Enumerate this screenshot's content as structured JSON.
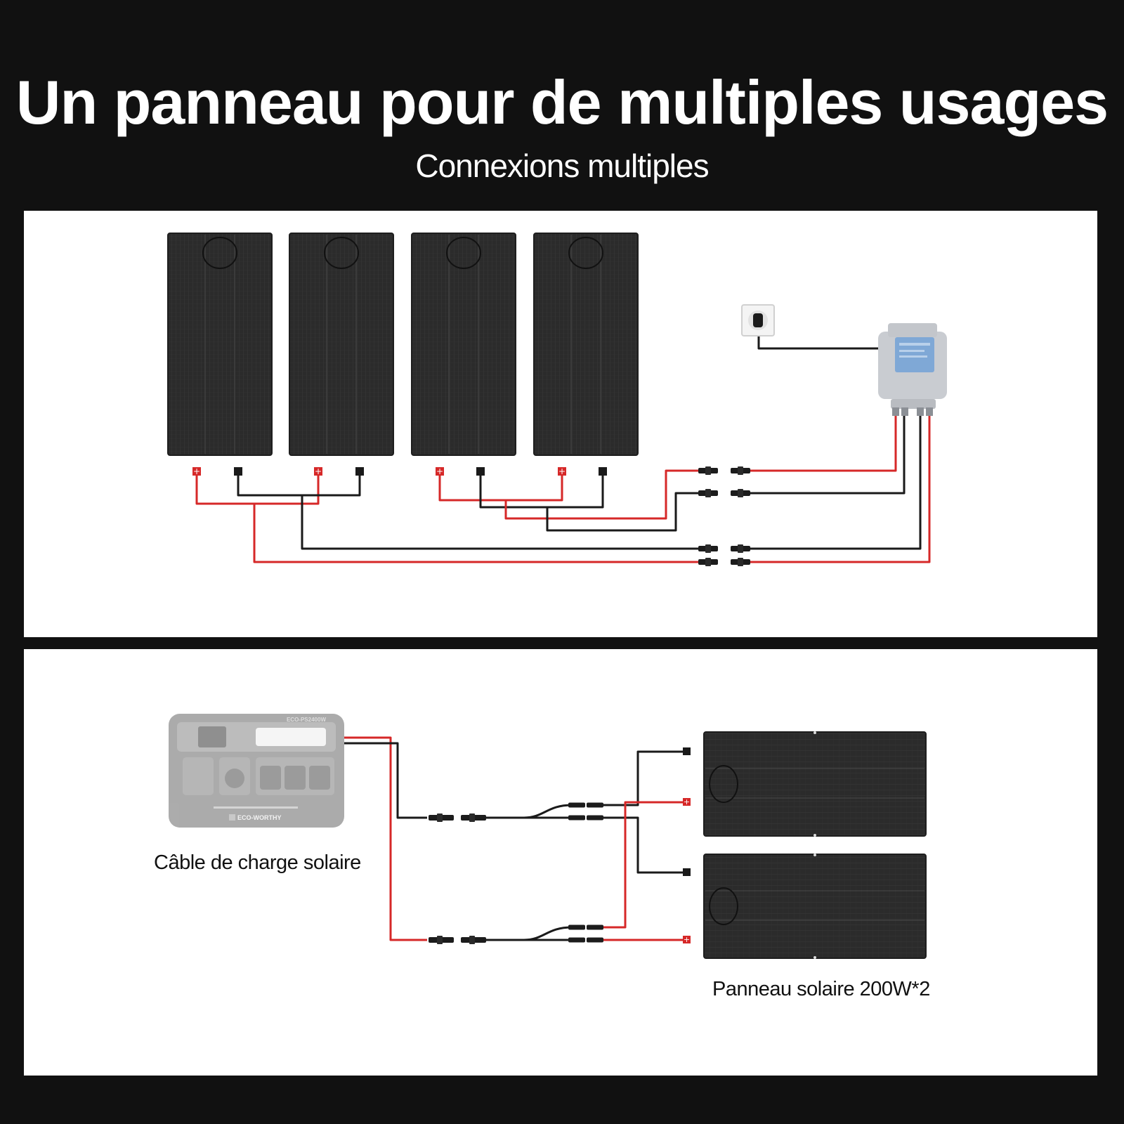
{
  "header": {
    "title": "Un panneau pour de multiples usages",
    "subtitle": "Connexions multiples"
  },
  "top_diagram": {
    "panel_count": 4
  },
  "bottom_diagram": {
    "station_model": "ECO-PS2400W",
    "station_brand": "ECO-WORTHY",
    "cable_caption": "Câble de charge solaire",
    "panels_caption": "Panneau solaire 200W*2"
  },
  "colors": {
    "background": "#111111",
    "panel_bg": "#ffffff",
    "positive_wire": "#d62828",
    "negative_wire": "#1a1a1a",
    "solar_cell": "#2b2b2b"
  },
  "icons": {
    "wall_outlet": "plug-socket-icon",
    "micro_inverter": "inverter-icon",
    "positive_terminal": "plus-terminal-icon",
    "negative_terminal": "minus-terminal-icon"
  }
}
